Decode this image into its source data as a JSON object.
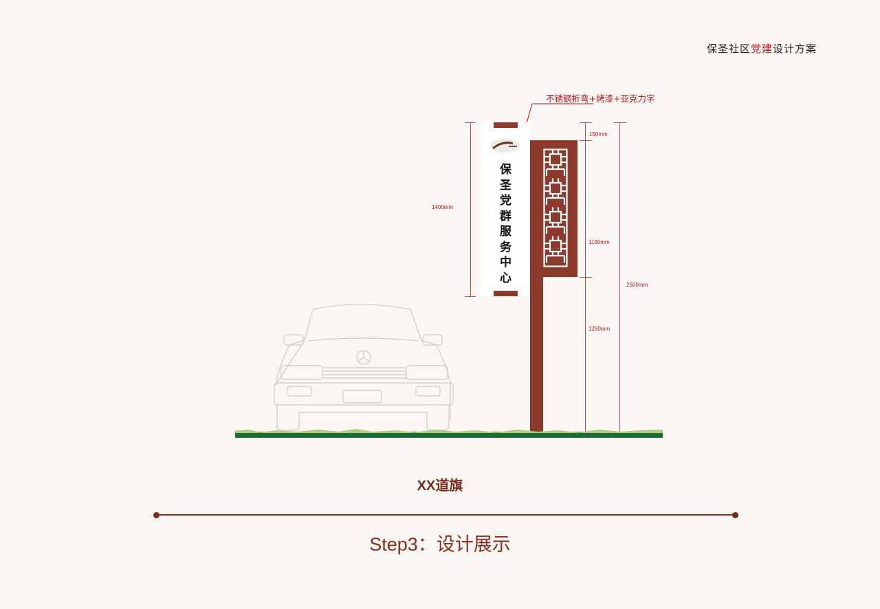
{
  "header": {
    "title_prefix": "保圣社区",
    "title_highlight": "党建",
    "title_suffix": "设计方案"
  },
  "sign": {
    "material_note": "不锈钢折弯+烤漆+亚克力字",
    "banner_text": "保圣党群服务中心",
    "banner_chars": [
      "保",
      "圣",
      "党",
      "群",
      "服",
      "务",
      "中",
      "心"
    ],
    "colors": {
      "primary": "#8b3a2b",
      "accent": "#c8161d",
      "dimension": "#b5121b",
      "ground_dark": "#1e6b35",
      "ground_light": "#a9cf7d"
    }
  },
  "dimensions": {
    "banner_height": "1400mm",
    "top_gap": "150mm",
    "panel_height": "1100mm",
    "pole_height": "1250mm",
    "total_height": "2500mm"
  },
  "caption": "XX道旗",
  "step_title": "Step3：设计展示"
}
